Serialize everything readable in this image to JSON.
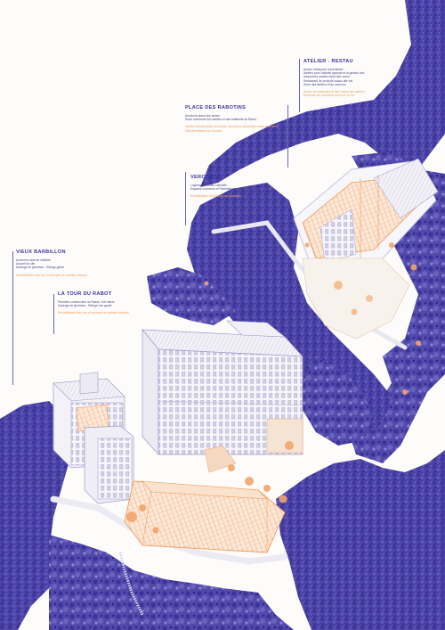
{
  "colors": {
    "vegetation": "#4a42a6",
    "vegetation_dark": "#2f2987",
    "building_line": "#b8b4d6",
    "accent": "#f0995a",
    "paper": "#fdfcfb"
  },
  "annotations": [
    {
      "id": "atelier-restau",
      "title": "ATELIER - RESTAU",
      "body": [
        "Ancien restaurant universitaire",
        "Ateliers pour l'activité agricole et la gestion des",
        "ressources locales dans l'aile ouest",
        "Restaurant de produits locaux aile est",
        "Serre des ateliers et du commun"
      ],
      "note": [
        "Ancien du restaurant et des locaux des ateliers",
        "Réemploi de l'ancienne serre sur le toit"
      ]
    },
    {
      "id": "place-des-rabotins",
      "title": "PLACE DES RABOTINS",
      "body": [
        "Ancienne place des armes",
        "Serre commune des ateliers et des habitants du Rabot"
      ],
      "note": [
        "Jardins déminéralisés du terrain, structures construites avant démolition",
        "Déminéralisation de la place"
      ]
    },
    {
      "id": "vercors",
      "title": "VERCORS",
      "body": [
        "Logements modes collectifs",
        "Espaces communs et Pépinière associative du Rbt"
      ],
      "note": [
        "Réhabilitation et isolation par l'extérieur"
      ]
    },
    {
      "id": "vieux-barbillon",
      "title": "VIEUX BARBILLON",
      "body": [
        "Ancienne caserne militaire",
        "Accueil du site",
        "Auberge de jeunesse - Refuge gardé"
      ],
      "note": [
        "Réhabilitation bois sec et réemploi de mobilier existant"
      ]
    },
    {
      "id": "la-tour-du-rabot",
      "title": "LA TOUR DU RABOT",
      "body": [
        "Première construction du Rabot, XVe siècle",
        "Auberge de jeunesse - Refuge non gardé"
      ],
      "note": [
        "Réhabilitation bois sec et réemploi de mobilier existant"
      ]
    }
  ]
}
